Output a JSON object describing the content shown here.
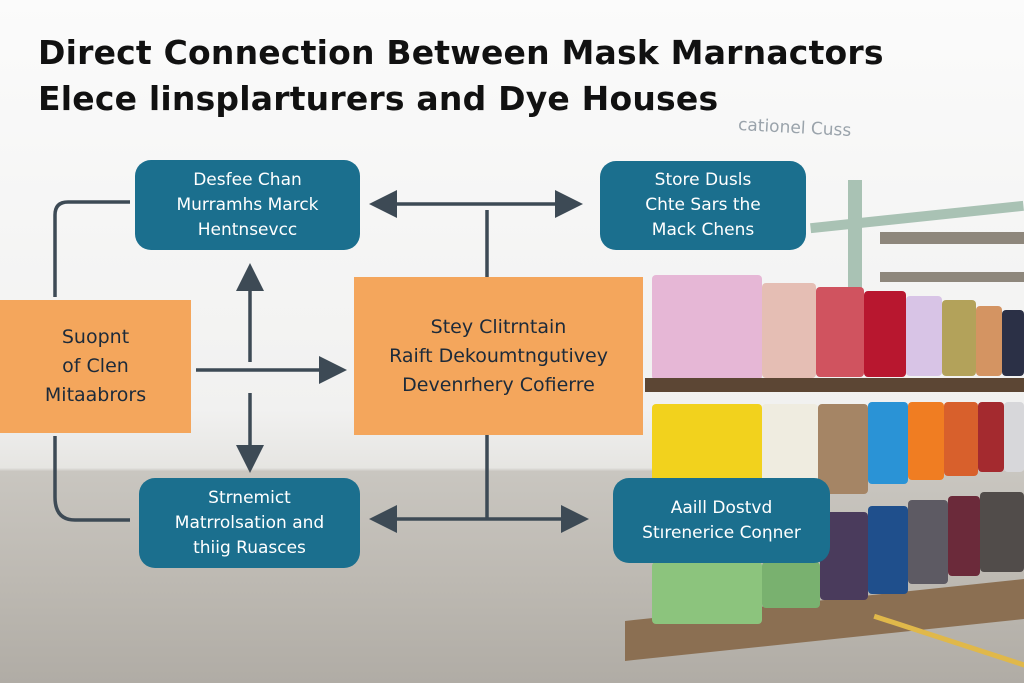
{
  "title": {
    "line1": "Direct Connection Between Mask Marnactors",
    "line2": "Elece linsplarturers and Dye Houses"
  },
  "background_sign": "cationel Cuss",
  "boxes": {
    "top_left": [
      "Desfee Chan",
      "Murramhs Marck",
      "Hentnsevcc"
    ],
    "top_right": [
      "Store Dusls",
      "Chte Sars the",
      "Mack Chens"
    ],
    "left": [
      "Suopnt",
      "of Clen",
      "Mitaabrors"
    ],
    "center": [
      "Stey Clitrntain",
      "Raift Dekoumtngutivey",
      "Devenrhery Cofierre"
    ],
    "bottom_left": [
      "Strnemict",
      "Matrrolsation and",
      "thiig  Ruasces"
    ],
    "bottom_right": [
      "Aaill Dostvd",
      "Stırenerice Coηner"
    ]
  },
  "colors": {
    "teal": "#1b6f8e",
    "orange": "#f4a65c",
    "arrow": "#3d4a55"
  }
}
